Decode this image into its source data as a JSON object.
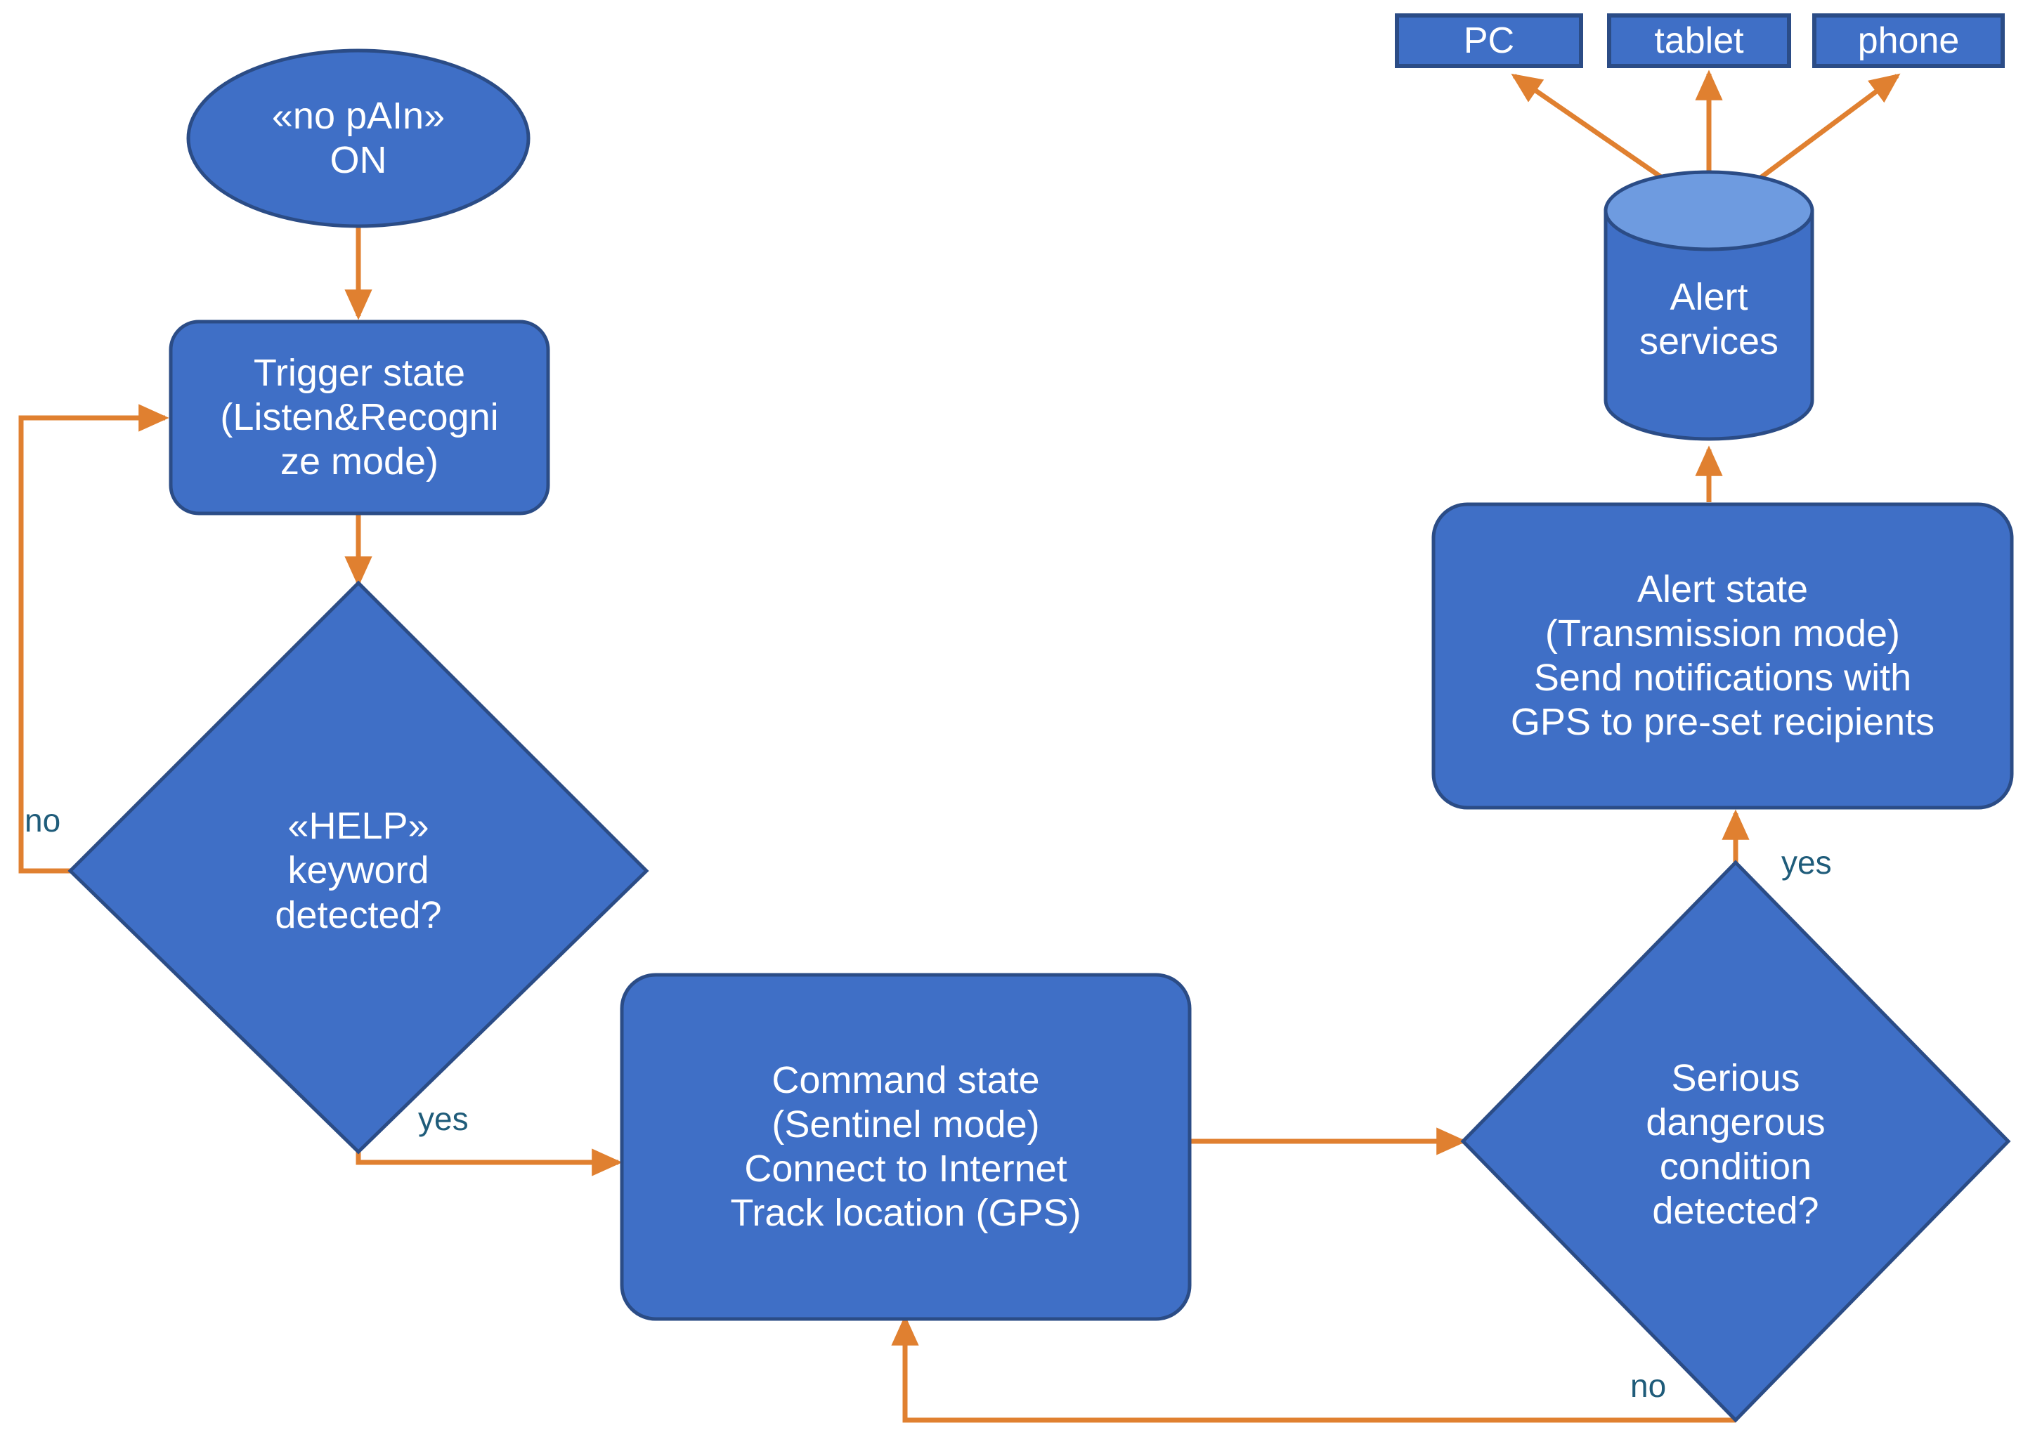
{
  "diagram": {
    "title": "no pAIn voice-assistant state flowchart",
    "colors": {
      "node_fill": "#3F6FC6",
      "node_stroke": "#2B4C86",
      "cylinder_top_fill": "#6E9BE0",
      "arrow": "#E08030",
      "label_text": "#1F5C7A",
      "node_text": "#FFFFFF",
      "background": "#FFFFFF"
    },
    "nodes": {
      "start_ellipse": {
        "label": "«no pAIn»\nON",
        "shape": "ellipse"
      },
      "trigger_state": {
        "label": "Trigger state\n(Listen&Recogni\nze mode)",
        "shape": "rounded-rectangle"
      },
      "help_decision": {
        "label": "«HELP»\nkeyword\ndetected?",
        "shape": "diamond"
      },
      "command_state": {
        "label": "Command state\n(Sentinel mode)\nConnect to Internet\nTrack location (GPS)",
        "shape": "rounded-rectangle"
      },
      "danger_decision": {
        "label": "Serious\ndangerous\ncondition\ndetected?",
        "shape": "diamond"
      },
      "alert_state": {
        "label": "Alert state\n(Transmission mode)\nSend notifications with\nGPS to pre-set recipients",
        "shape": "rounded-rectangle"
      },
      "alert_services": {
        "label": "Alert\nservices",
        "shape": "cylinder"
      }
    },
    "devices": [
      {
        "label": "PC"
      },
      {
        "label": "tablet"
      },
      {
        "label": "phone"
      }
    ],
    "edge_labels": {
      "help_no": "no",
      "help_yes": "yes",
      "danger_yes": "yes",
      "danger_no": "no"
    }
  }
}
